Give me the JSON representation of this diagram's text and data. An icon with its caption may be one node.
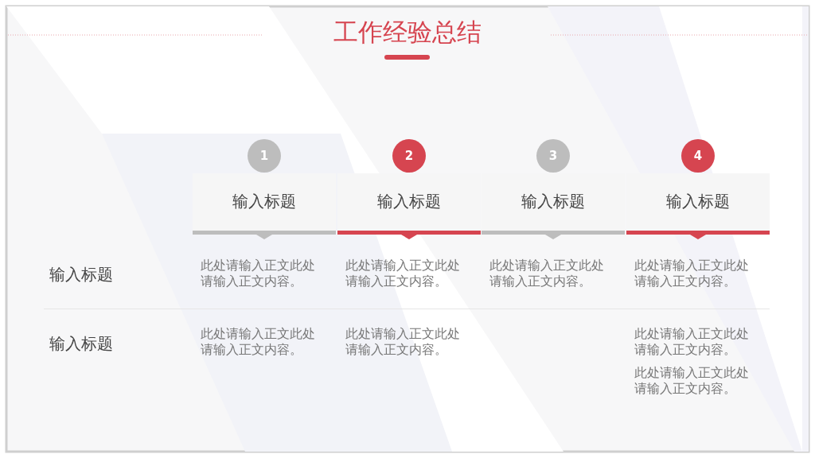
{
  "diagram": {
    "title": "工作经验总结",
    "nodes": [
      {
        "text": [
          "输入标题"
        ]
      },
      {
        "text": [
          "输入标题"
        ]
      },
      {
        "text": [
          "输入标题"
        ]
      },
      {
        "text": [
          "输入标题"
        ]
      },
      {
        "text": [
          "1"
        ]
      },
      {
        "text": [
          "2"
        ]
      },
      {
        "text": [
          "3"
        ]
      },
      {
        "text": [
          "4"
        ]
      }
    ],
    "edges": [],
    "labels": [
      "输入标题",
      "此处请输入正文此处请输入正文内容。",
      "此处请输入正文此处请输入正文内容。",
      "此处请输入正文此处请输入正文内容。",
      "此处请输入正文此处请输入正文内容。",
      "输入标题",
      "此处请输入正文此处请输入正文内容。",
      "此处请输入正文此处请输入正文内容。",
      "此处请输入正文此处请输入正文内容。",
      "此处请输入正文此处请输入正文内容。"
    ]
  }
}
